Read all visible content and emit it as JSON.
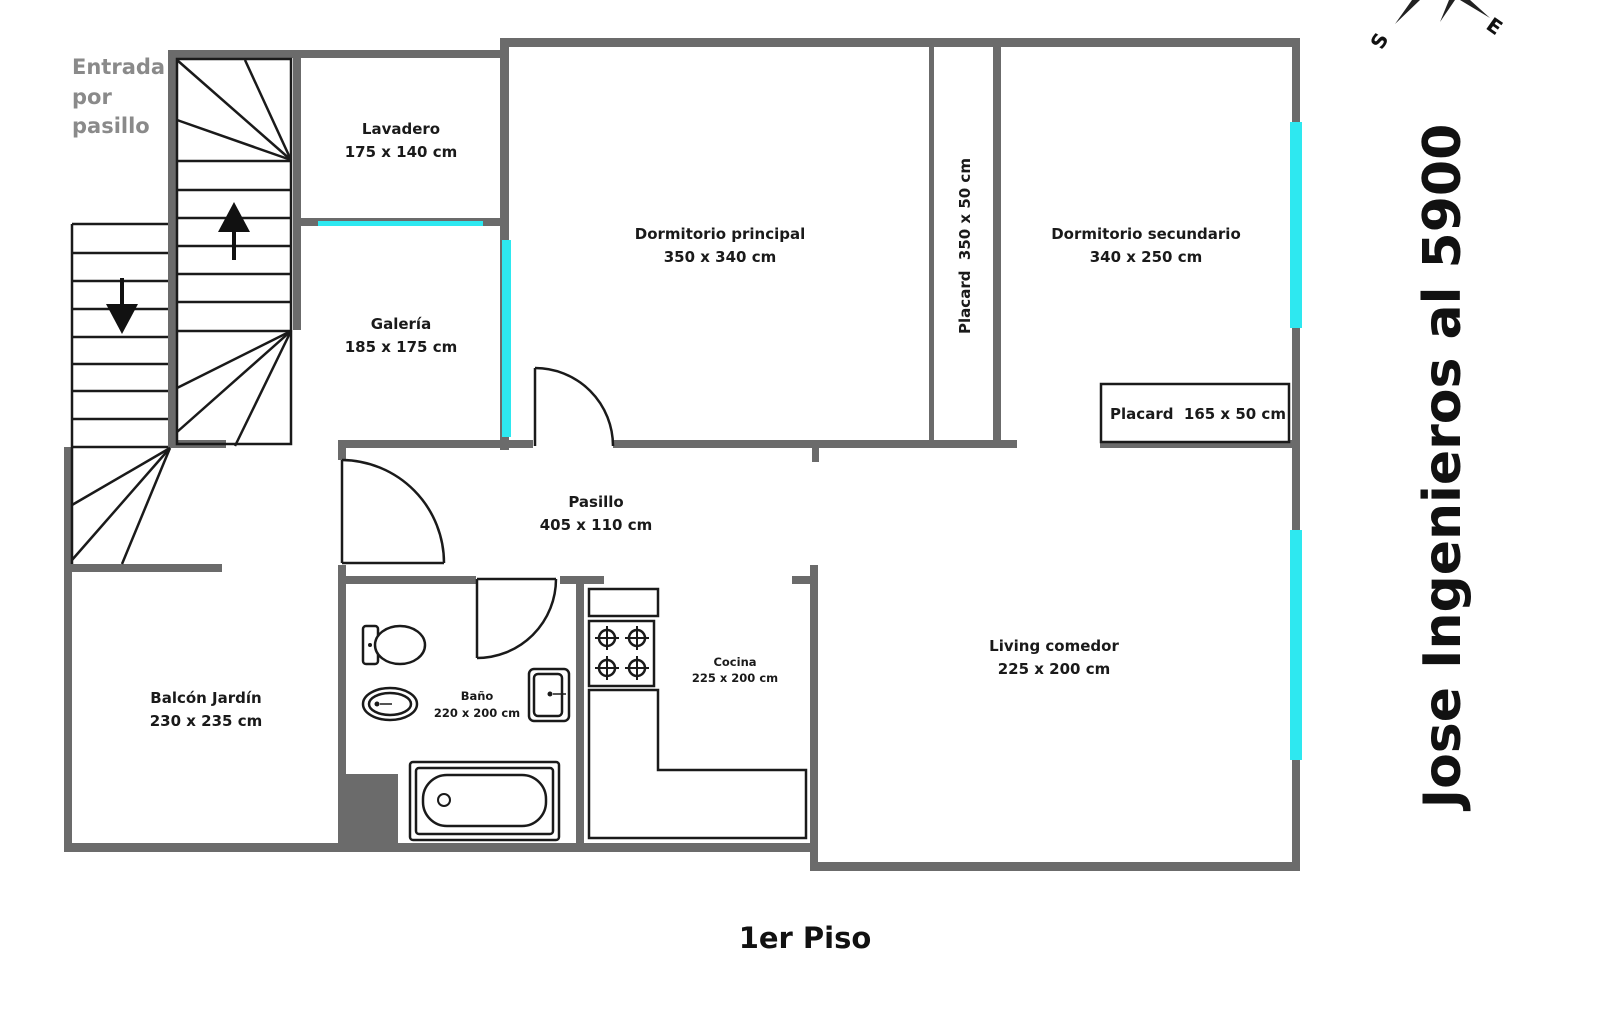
{
  "entrance": {
    "line1": "Entrada",
    "line2": "por",
    "line3": "pasillo"
  },
  "rooms": {
    "lavadero": {
      "name": "Lavadero",
      "dims": "175 x 140 cm"
    },
    "galeria": {
      "name": "Galería",
      "dims": "185 x 175 cm"
    },
    "dormitorio_principal": {
      "name": "Dormitorio principal",
      "dims": "350 x 340 cm"
    },
    "placard_vertical": {
      "label": "Placard  350 x 50 cm"
    },
    "dormitorio_secundario": {
      "name": "Dormitorio secundario",
      "dims": "340 x 250 cm"
    },
    "placard_horizontal": {
      "label": "Placard  165 x 50 cm"
    },
    "pasillo": {
      "name": "Pasillo",
      "dims": "405 x 110 cm"
    },
    "living": {
      "name": "Living comedor",
      "dims": "225 x 200 cm"
    },
    "cocina": {
      "name": "Cocina",
      "dims": "225 x 200 cm"
    },
    "bano": {
      "name": "Baño",
      "dims": "220 x 200 cm"
    },
    "balcon": {
      "name": "Balcón Jardín",
      "dims": "230 x 235 cm"
    }
  },
  "floor_label": "1er Piso",
  "street": "Jose Ingenieros al 5900",
  "compass": {
    "left": "S",
    "right": "E"
  },
  "colors": {
    "wall": "#6b6b6b",
    "window": "#2ee8f0",
    "text": "#1a1a1a",
    "entrance_text": "#8a8a8a"
  }
}
